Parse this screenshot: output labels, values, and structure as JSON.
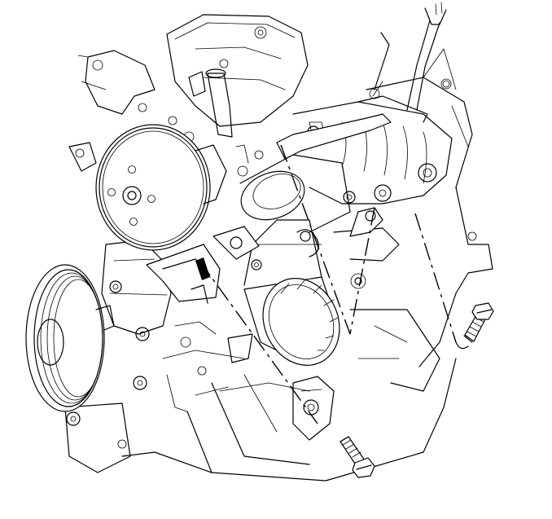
{
  "figure": {
    "kind": "line-art technical illustration",
    "colors": {
      "line": "#000000",
      "background": "#ffffff"
    },
    "components": [
      {
        "name": "engine-block"
      },
      {
        "name": "water-pump-pulley"
      },
      {
        "name": "crankshaft-pulley"
      },
      {
        "name": "oil-filter"
      },
      {
        "name": "mounting-bracket"
      },
      {
        "name": "upper-bolt"
      },
      {
        "name": "lower-bolt"
      }
    ]
  }
}
